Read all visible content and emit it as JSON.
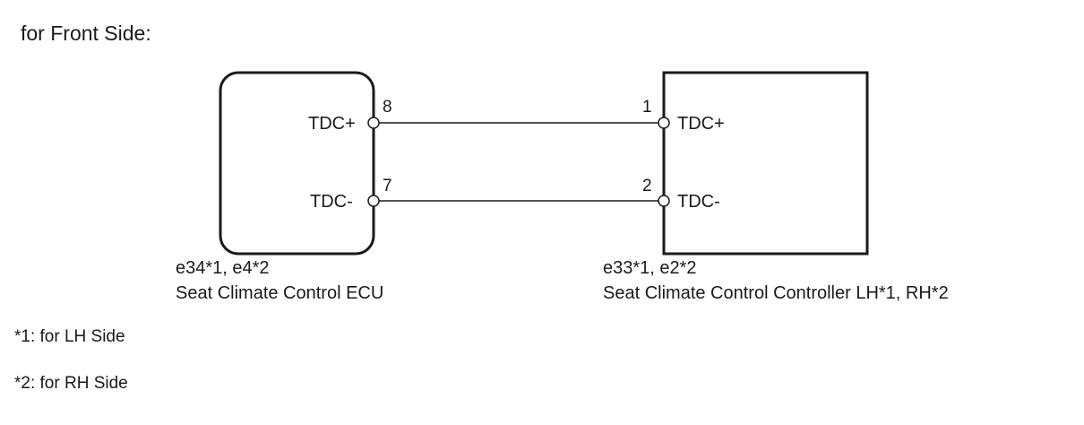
{
  "heading": "for Front Side:",
  "ecu": {
    "connector": "e34*1, e4*2",
    "name": "Seat Climate Control ECU",
    "pins": [
      {
        "label": "TDC+",
        "number": "8"
      },
      {
        "label": "TDC-",
        "number": "7"
      }
    ]
  },
  "controller": {
    "connector": "e33*1, e2*2",
    "name": "Seat Climate Control Controller LH*1, RH*2",
    "pins": [
      {
        "label": "TDC+",
        "number": "1"
      },
      {
        "label": "TDC-",
        "number": "2"
      }
    ]
  },
  "notes": [
    "*1: for LH Side",
    "*2: for RH Side"
  ]
}
